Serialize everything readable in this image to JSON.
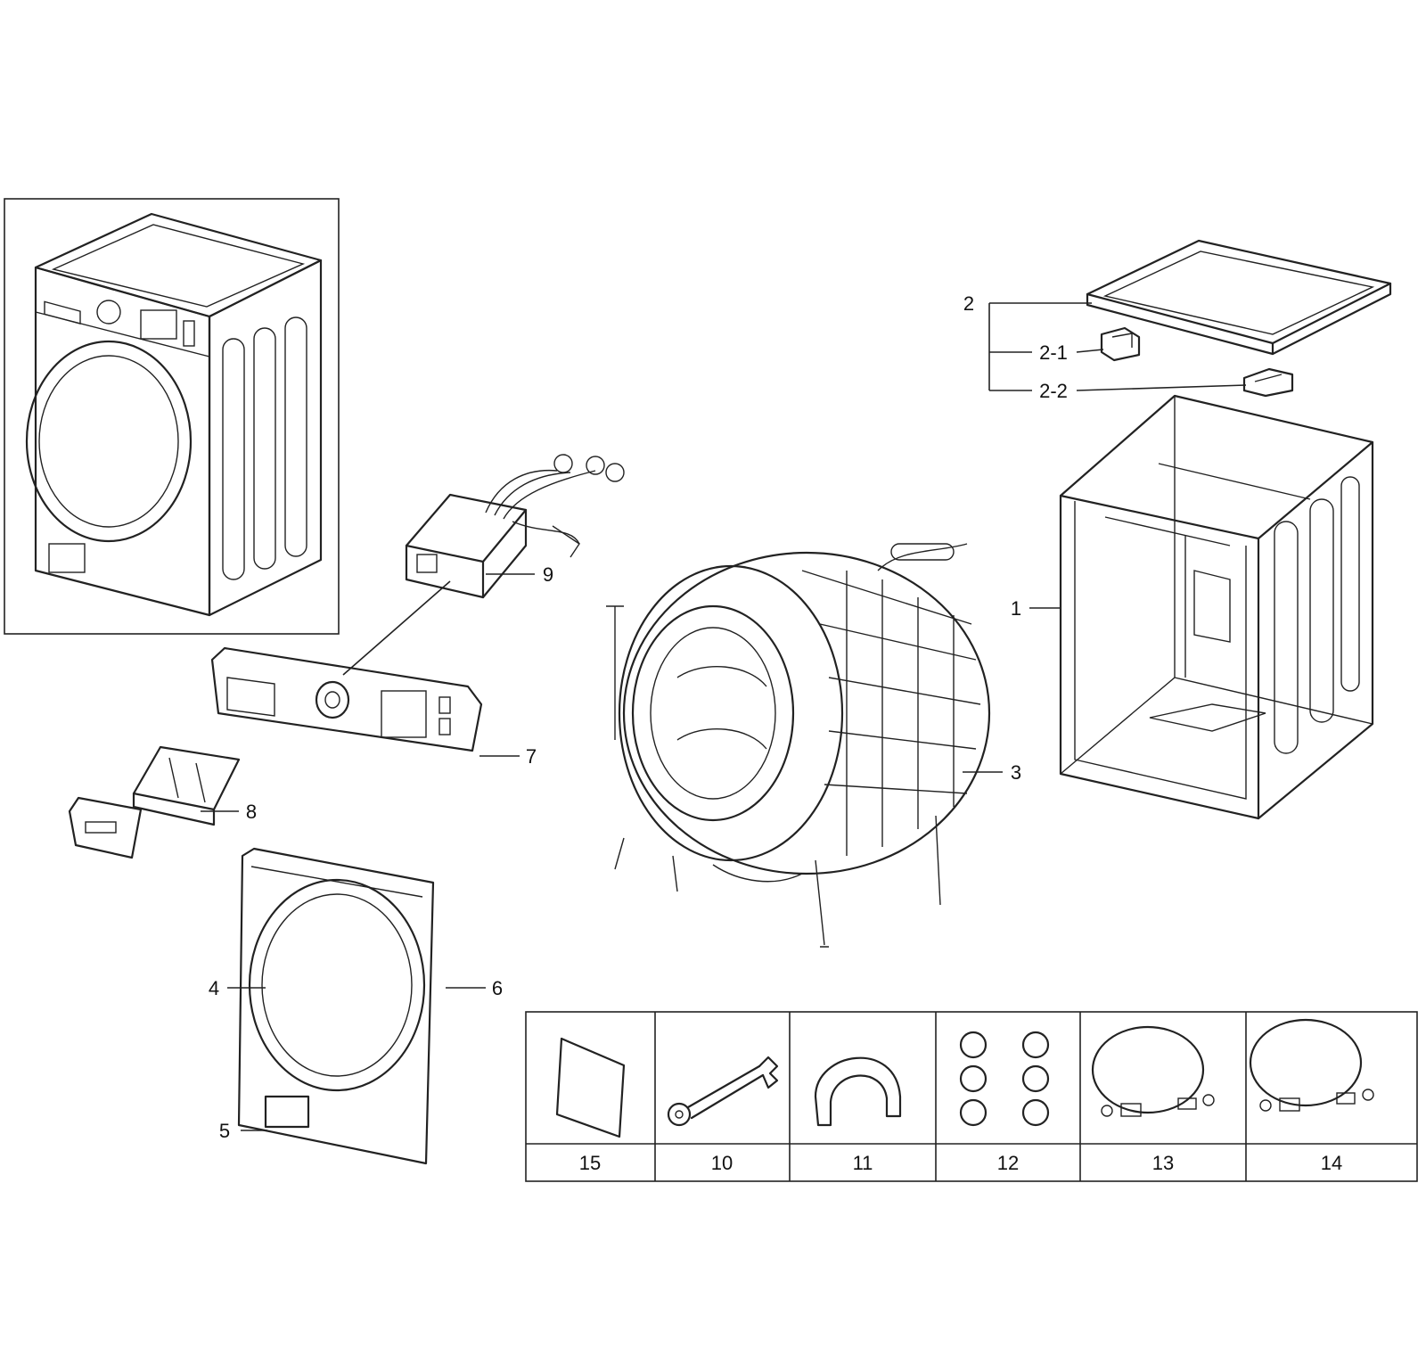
{
  "callouts": {
    "c1": "1",
    "c2": "2",
    "c2_1": "2-1",
    "c2_2": "2-2",
    "c3": "3",
    "c4": "4",
    "c5": "5",
    "c6": "6",
    "c7": "7",
    "c8": "8",
    "c9": "9"
  },
  "accessories": [
    "15",
    "10",
    "11",
    "12",
    "13",
    "14"
  ],
  "colors": {
    "line": "#222222",
    "background": "#ffffff"
  }
}
